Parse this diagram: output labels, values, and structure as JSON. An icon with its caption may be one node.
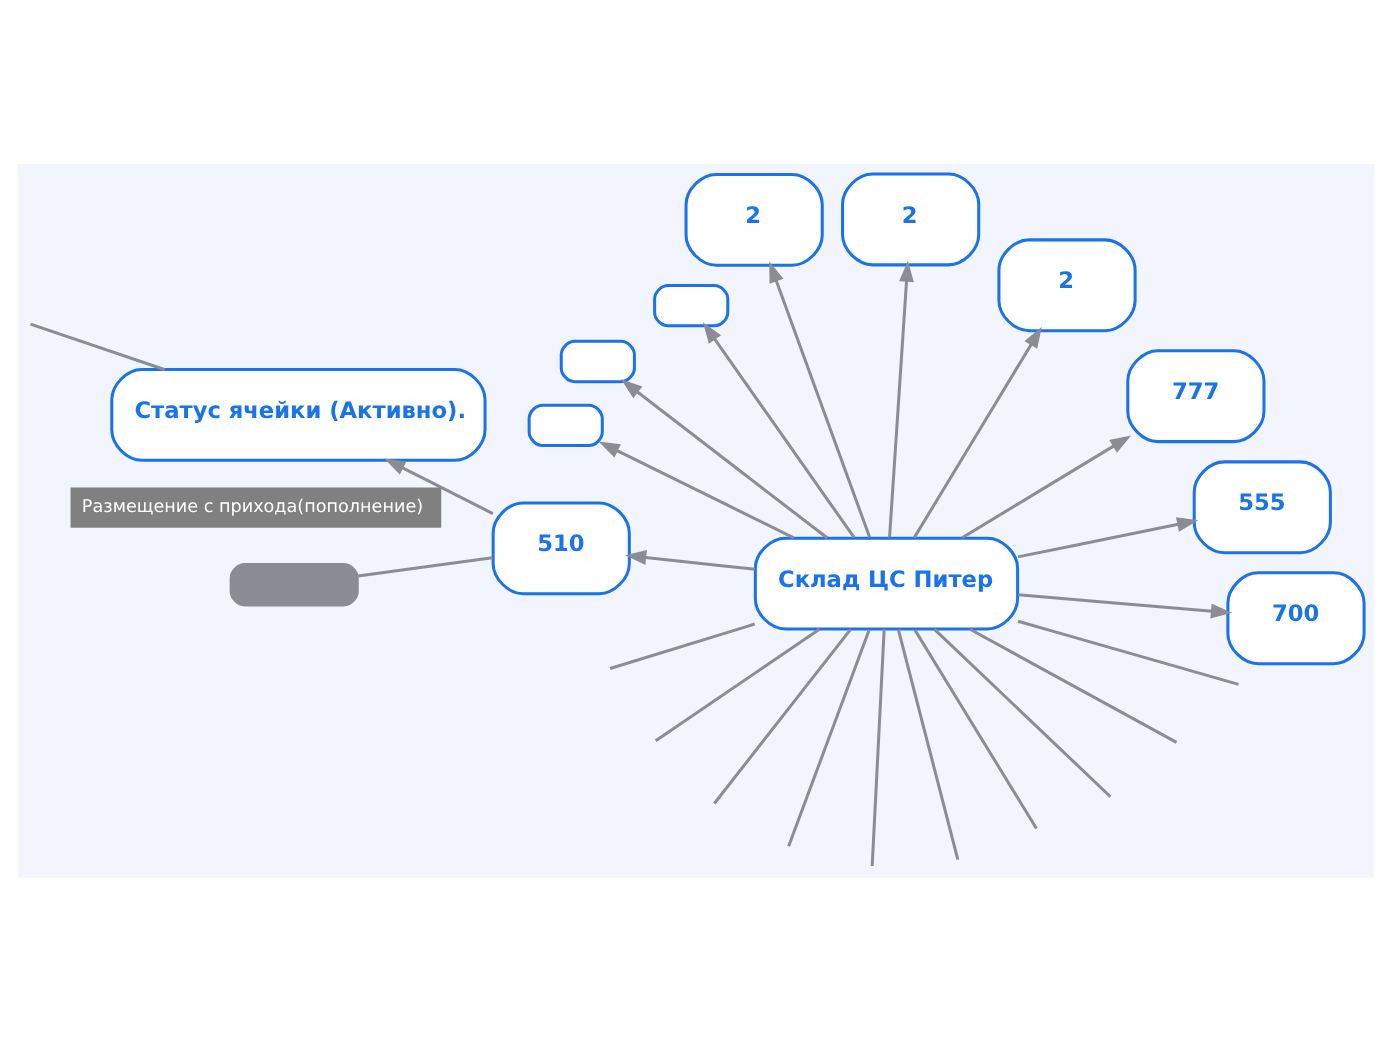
{
  "diagram": {
    "nodes": [
      {
        "text": [
          "Склад ЦС Питер"
        ]
      },
      {
        "text": [
          "700"
        ]
      },
      {
        "text": [
          "555"
        ]
      },
      {
        "text": [
          "777"
        ]
      },
      {
        "text": [
          "2"
        ]
      },
      {
        "text": [
          "2"
        ]
      },
      {
        "text": [
          "2"
        ]
      },
      {
        "text": [],
        "shape": "box"
      },
      {
        "text": [],
        "shape": "box"
      },
      {
        "text": [],
        "shape": "box"
      },
      {
        "text": [
          "510"
        ]
      },
      {
        "text": [
          "Статус ячейки (Активно)."
        ]
      },
      {
        "text": [],
        "shape": "bar"
      }
    ],
    "edges": [
      {
        "from": 0,
        "to": null,
        "arrow": "none"
      },
      {
        "from": 0,
        "to": null,
        "arrow": "none"
      },
      {
        "from": 0,
        "to": null,
        "arrow": "none"
      },
      {
        "from": 0,
        "to": 2,
        "arrow": "to"
      },
      {
        "from": 0,
        "to": 3,
        "arrow": "to"
      },
      {
        "from": 0,
        "to": 1,
        "arrow": "to"
      },
      {
        "from": 0,
        "to": null,
        "arrow": "none"
      },
      {
        "from": 0,
        "to": null,
        "arrow": "none"
      },
      {
        "from": 0,
        "to": null,
        "arrow": "none"
      },
      {
        "from": 0,
        "to": 4,
        "arrow": "to"
      },
      {
        "from": 0,
        "to": 5,
        "arrow": "to"
      },
      {
        "from": 0,
        "to": 6,
        "arrow": "to"
      },
      {
        "from": 0,
        "to": 7,
        "arrow": "to"
      },
      {
        "from": 0,
        "to": 8,
        "arrow": "to"
      },
      {
        "from": 0,
        "to": 9,
        "arrow": "to"
      },
      {
        "from": 0,
        "to": null,
        "arrow": "none"
      },
      {
        "from": 0,
        "to": null,
        "arrow": "none"
      },
      {
        "from": 0,
        "to": 10,
        "arrow": "to"
      },
      {
        "from": 0,
        "to": null,
        "arrow": "none"
      },
      {
        "from": 0,
        "to": null,
        "arrow": "none"
      },
      {
        "from": 10,
        "to": 11,
        "arrow": "to",
        "label": "Размещение с прихода(пополнение)"
      },
      {
        "from": 10,
        "to": 12,
        "arrow": "none"
      },
      {
        "from": 11,
        "to": null,
        "arrow": "none"
      }
    ]
  }
}
